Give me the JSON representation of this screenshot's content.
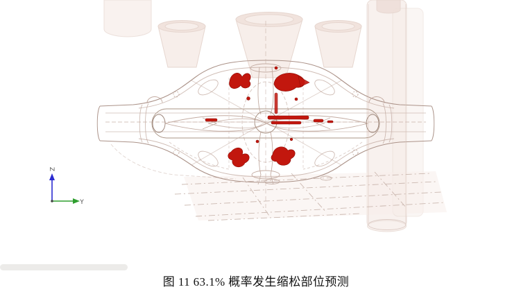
{
  "figure": {
    "caption": "图 11 63.1% 概率发生缩松部位预测"
  },
  "triad": {
    "z_label": "Z",
    "y_label": "Y"
  },
  "colors": {
    "defect_red": "#c2170e",
    "defect_outline": "#8e0c05",
    "wireframe_light": "#c3aba1",
    "wireframe_dark": "#a08878",
    "solid_fill": "#f7eeea",
    "axis_z_blue": "#2b2bd0",
    "axis_y_green": "#2f9e2f",
    "background": "#ffffff"
  }
}
